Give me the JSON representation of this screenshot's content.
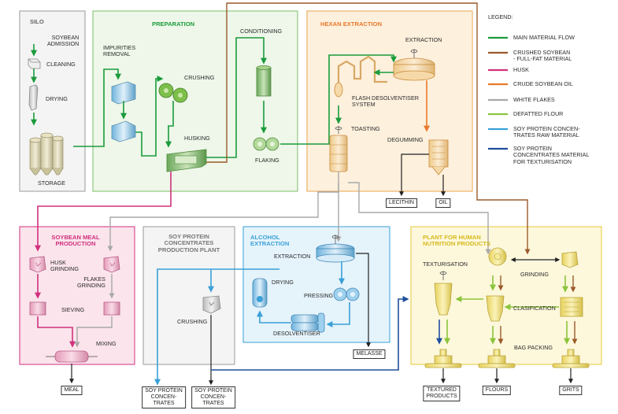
{
  "sections": {
    "silo": "SILO",
    "preparation": "PREPARATION",
    "hexan": "HEXAN EXTRACTION",
    "meal": "SOYBEAN MEAL\nPRODUCTION",
    "concentrates": "SOY PROTEIN\nCONCENTRATES\nPRODUCTION PLANT",
    "alcohol": "ALCOHOL\nEXTRACTION",
    "human": "PLANT FOR HUMAN\nNUTRITION PRODUCTS"
  },
  "steps": {
    "admission": "SOYBEAN\nADMISSION",
    "cleaning": "CLEANING",
    "drying_silo": "DRYING",
    "storage": "STORAGE",
    "impurities": "IMPURITIES\nREMOVAL",
    "crushing_prep": "CRUSHING",
    "husking": "HUSKING",
    "conditioning": "CONDITIONING",
    "flaking": "FLAKING",
    "extraction_hexan": "EXTRACTION",
    "flash": "FLASH DESOLVENTISER\nSYSTEM",
    "toasting": "TOASTING",
    "degumming": "DEGUMMING",
    "husk_grinding": "HUSK\nGRINDING",
    "flakes_grinding": "FLAKES\nGRINDING",
    "sieving": "SIEVING",
    "mixing": "MIXING",
    "crushing_conc": "CRUSHING",
    "extraction_alc": "EXTRACTION",
    "drying_alc": "DRYING",
    "pressing": "PRESSING",
    "desolventiser": "DESOLVENTISER",
    "texturisation": "TEXTURISATION",
    "grinding": "GRINDING",
    "clasification": "CLASIFICATION",
    "bag_packing": "BAG PACKING"
  },
  "outputs": {
    "lecithin": "LECITHIN",
    "oil": "OIL",
    "meal": "MEAL",
    "conc1": "SOY PROTEIN\nCONCEN-\nTRATES",
    "conc2": "SOY PROTEIN\nCONCEN-\nTRATES",
    "melasse": "MELASSE",
    "textured": "TEXTURED\nPRODUCTS",
    "flours": "FLOURS",
    "grits": "GRITS"
  },
  "legend": {
    "title": "LEGEND:",
    "items": [
      {
        "label": "MAIN MATERIAL FLOW",
        "color": "#1a9b3c"
      },
      {
        "label": "CRUSHED SOYBEAN\n- FULL-FAT MATERIAL",
        "color": "#9b5a2a"
      },
      {
        "label": "HUSK",
        "color": "#d1307c"
      },
      {
        "label": "CRUDE SOYBEAN OIL",
        "color": "#e8792b"
      },
      {
        "label": "WHITE FLAKES",
        "color": "#a8a8a8"
      },
      {
        "label": "DEFATTED FLOUR",
        "color": "#8cc43c"
      },
      {
        "label": "SOY PROTEIN CONCEN-\nTRATES RAW MATERIAL",
        "color": "#3aa0d8"
      },
      {
        "label": "SOY PROTEIN\nCONCENTRATES MATERIAL\nFOR TEXTURISATION",
        "color": "#1f4e9c"
      }
    ]
  },
  "colors": {
    "main": "#1a9b3c",
    "brown": "#9b5a2a",
    "husk": "#d1307c",
    "oil": "#e8792b",
    "white_flakes": "#a8a8a8",
    "defatted": "#8cc43c",
    "raw": "#3aa0d8",
    "texturisation": "#1f4e9c",
    "black": "#222222"
  }
}
